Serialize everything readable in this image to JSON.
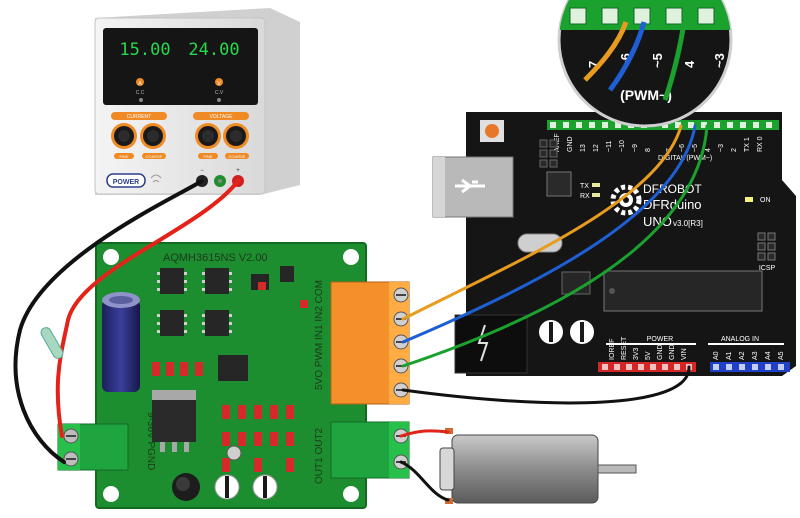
{
  "psu": {
    "current_display": "15.00",
    "voltage_display": "24.00",
    "current_indicator": "A",
    "current_mode": "C.C",
    "voltage_indicator": "V",
    "voltage_mode": "C.V",
    "current_knobs_label": "CURRENT",
    "voltage_knobs_label": "VOLTAGE",
    "fine_label": "FINE",
    "coarse_label": "COARSE",
    "power_button": "POWER"
  },
  "driver_board": {
    "title": "AQMH3615NS V2.00",
    "input_terminal_labels": "9-36V PGND",
    "control_terminal_labels": "5VO PWM IN1 IN2 COM",
    "output_terminal_labels": "OUT1 OUT2"
  },
  "arduino": {
    "brand": "DFROBOT",
    "product": "DFRduino",
    "model": "UNO",
    "version": "v3.0[R3]",
    "digital_label": "DIGITAL (PWM~)",
    "digital_pins": [
      "AREF",
      "GND",
      "13",
      "12",
      "~11",
      "~10",
      "~9",
      "8",
      "7",
      "~6",
      "~5",
      "4",
      "~3",
      "2",
      "TX 1",
      "RX 0"
    ],
    "tx_led": "TX",
    "rx_led": "RX",
    "on_led": "ON",
    "icsp_label": "ICSP",
    "power_label": "POWER",
    "power_pins": [
      "IOREF",
      "RESET",
      "3V3",
      "5V",
      "GND",
      "GND",
      "VIN"
    ],
    "analog_label": "ANALOG IN",
    "analog_pins": [
      "A0",
      "A1",
      "A2",
      "A3",
      "A4",
      "A5"
    ]
  },
  "zoom": {
    "pins": [
      "7",
      "~6",
      "~5",
      "4",
      "~3"
    ],
    "label": "(PWM~)"
  },
  "wire_colors": {
    "orange": "#e79c1f",
    "blue": "#1f5fd6",
    "green": "#1aa12e",
    "red": "#e3231a",
    "black": "#111111"
  }
}
